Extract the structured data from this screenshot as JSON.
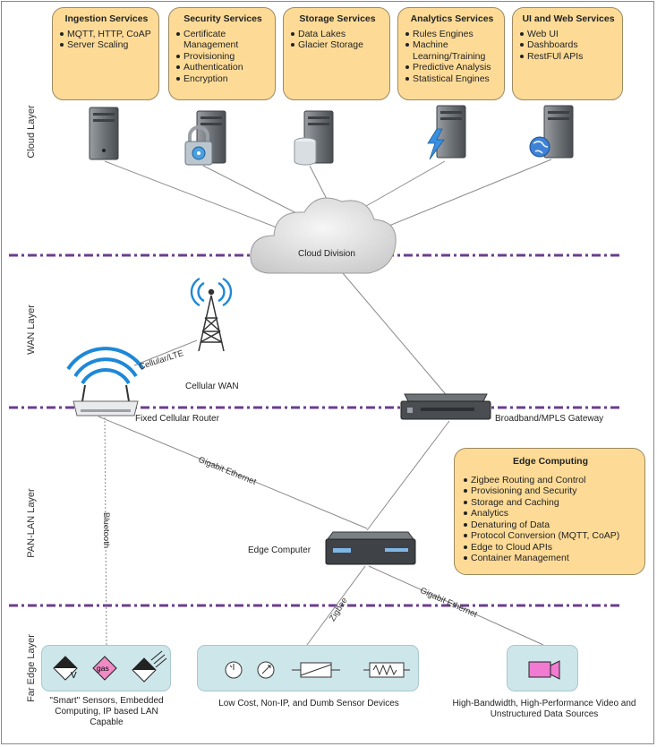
{
  "layers": {
    "cloud": "Cloud Layer",
    "wan": "WAN Layer",
    "pan_lan": "PAN-LAN Layer",
    "far_edge": "Far Edge Layer"
  },
  "services": [
    {
      "title": "Ingestion Services",
      "items": [
        "MQTT, HTTP, CoAP",
        "Server Scaling"
      ]
    },
    {
      "title": "Security Services",
      "items": [
        "Certificate Management",
        "Provisioning",
        "Authentication",
        "Encryption"
      ]
    },
    {
      "title": "Storage Services",
      "items": [
        "Data Lakes",
        "Glacier Storage"
      ]
    },
    {
      "title": "Analytics Services",
      "items": [
        "Rules Engines",
        "Machine Learning/Training",
        "Predictive Analysis",
        "Statistical Engines"
      ]
    },
    {
      "title": "UI and Web Services",
      "items": [
        "Web UI",
        "Dashboards",
        "RestFUl APIs"
      ]
    }
  ],
  "cloud_label": "Cloud Division",
  "cellular_link_label": "Cellular/LTE",
  "cellular_wan_label": "Cellular WAN",
  "router_label": "Fixed Cellular Router",
  "gateway_label": "Broadband/MPLS Gateway",
  "gigabit_ethernet_label": "Gigabit Ethernet",
  "bluetooth_label": "Bluetooth",
  "zigbee_label": "Zigbee",
  "edge_computer_label": "Edge Computer",
  "edge_computing": {
    "title": "Edge Computing",
    "items": [
      "Zigbee Routing and Control",
      "Provisioning and Security",
      "Storage and Caching",
      "Analytics",
      "Denaturing of Data",
      "Protocol Conversion (MQTT, CoAP)",
      "Edge to Cloud APIs",
      "Container Management"
    ]
  },
  "sensor_labels": {
    "volt": "V",
    "gas": "gas"
  },
  "far_edge": {
    "smart_sensors": "\"Smart\" Sensors, Embedded Computing, IP based LAN Capable",
    "dumb_sensors": "Low Cost, Non-IP, and Dumb Sensor Devices",
    "video": "High-Bandwidth, High-Performance Video and Unstructured Data Sources"
  },
  "colors": {
    "service_fill": "#fddb97",
    "divider": "#6b3d8e",
    "device_box": "#cde6ea",
    "wifi": "#1e88d8"
  }
}
